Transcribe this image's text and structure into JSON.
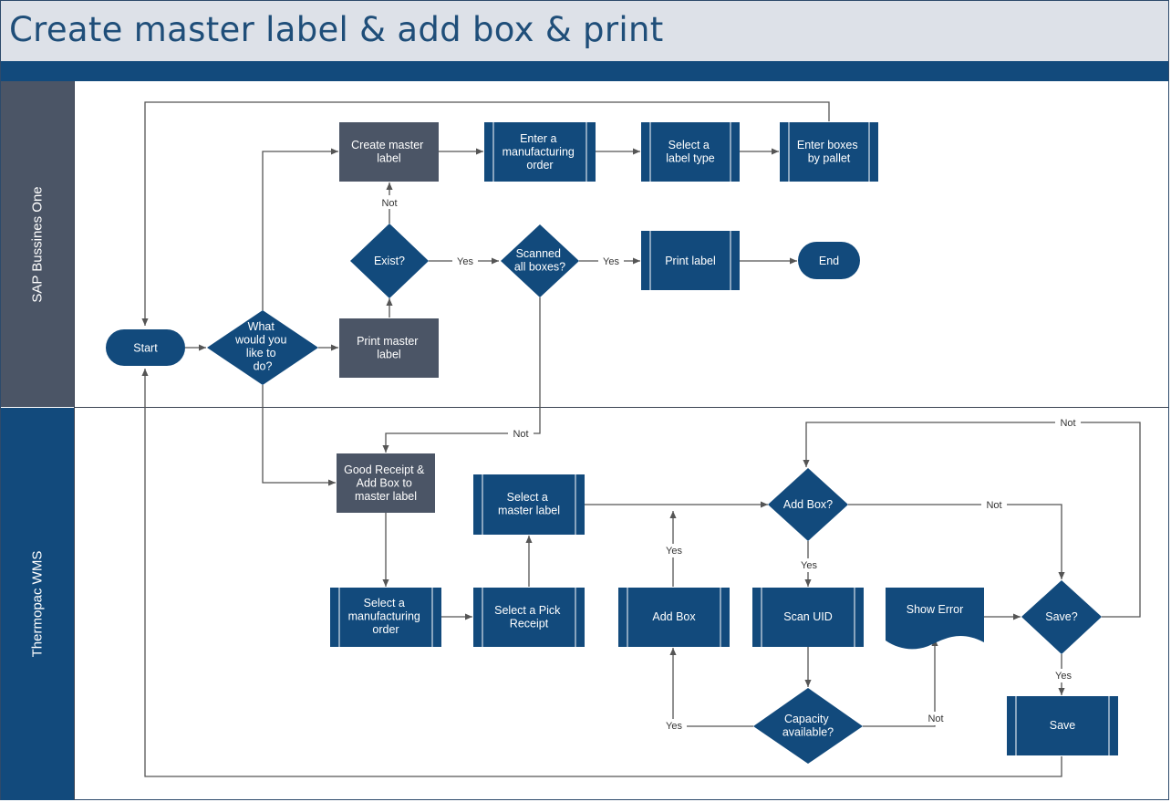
{
  "header": {
    "title": "Create master label & add box & print"
  },
  "lanes": [
    {
      "id": "sap",
      "label": "SAP Bussines One"
    },
    {
      "id": "wms",
      "label": "Thermopac WMS"
    }
  ],
  "colors": {
    "process_blue": "#124a7c",
    "process_gray": "#4b5566",
    "header_bg": "#dde1e8",
    "line": "#555555"
  },
  "nodes": {
    "start": "Start",
    "what_do": [
      "What",
      "would you",
      "like to",
      "do?"
    ],
    "create_master": [
      "Create master",
      "label"
    ],
    "enter_mo_top": [
      "Enter a",
      "manufacturing",
      "order"
    ],
    "select_label_type": [
      "Select a",
      "label type"
    ],
    "enter_boxes": [
      "Enter boxes",
      "by pallet"
    ],
    "exist": [
      "Exist?"
    ],
    "scanned_all": [
      "Scanned",
      "all boxes?"
    ],
    "print_label": [
      "Print label"
    ],
    "end": "End",
    "print_master": [
      "Print master",
      "label"
    ],
    "good_receipt": [
      "Good Receipt &",
      "Add Box to",
      "master label"
    ],
    "select_master": [
      "Select a",
      "master label"
    ],
    "add_box_q": [
      "Add Box?"
    ],
    "select_mo_bottom": [
      "Select a",
      "manufacturing",
      "order"
    ],
    "select_pick": [
      "Select a Pick",
      "Receipt"
    ],
    "add_box": [
      "Add Box"
    ],
    "scan_uid": [
      "Scan UID"
    ],
    "show_error": [
      "Show Error"
    ],
    "save_q": [
      "Save?"
    ],
    "capacity": [
      "Capacity",
      "available?"
    ],
    "save": [
      "Save"
    ]
  },
  "edge_labels": {
    "not_exist": "Not",
    "yes_exist": "Yes",
    "yes_scanned": "Yes",
    "not_scanned": "Not",
    "not_save_loop": "Not",
    "not_add_box": "Not",
    "yes_select_master": "Yes",
    "yes_add_box": "Yes",
    "yes_save": "Yes",
    "yes_capacity": "Yes",
    "not_capacity": "Not"
  }
}
